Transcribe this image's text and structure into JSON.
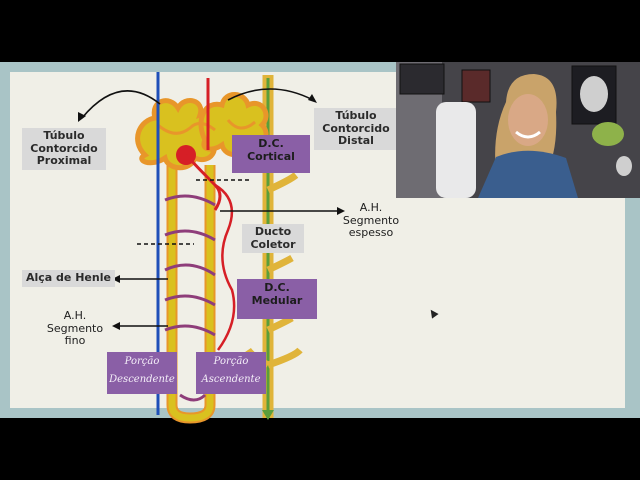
{
  "labels": {
    "tubulo_proximal": [
      "Túbulo",
      "Contorcido",
      "Proximal"
    ],
    "tubulo_distal": [
      "Túbulo",
      "Contorcido",
      "Distal"
    ],
    "dc_cortical": [
      "D.C.",
      "Cortical"
    ],
    "ah_espesso": [
      "A.H.",
      "Segmento",
      "espesso"
    ],
    "ducto_coletor": [
      "Ducto",
      "Coletor"
    ],
    "alca_henle": "Alça de Henle",
    "dc_medular": [
      "D.C.",
      "Medular"
    ],
    "ah_fino": [
      "A.H.",
      "Segmento",
      "fino"
    ],
    "porcao_descendente": [
      "Porção",
      "Descendente"
    ],
    "porcao_ascendente": [
      "Porção",
      "Ascendente"
    ]
  },
  "colors": {
    "tubule_fill": "#d9c11f",
    "tubule_outline": "#e8962a",
    "artery": "#d61f26",
    "vein": "#1f4fb8",
    "capillary": "#8e3d7a",
    "collecting_duct": "#e0b43a",
    "duct_inner": "#5a9e3b",
    "label_gray": "#d9d9d9",
    "label_purple": "#8a5fa6",
    "slide_border": "#a9c4c6"
  },
  "icons": [
    "arrow-left-icon",
    "arrow-right-icon",
    "cursor-icon",
    "webcam-presenter"
  ]
}
